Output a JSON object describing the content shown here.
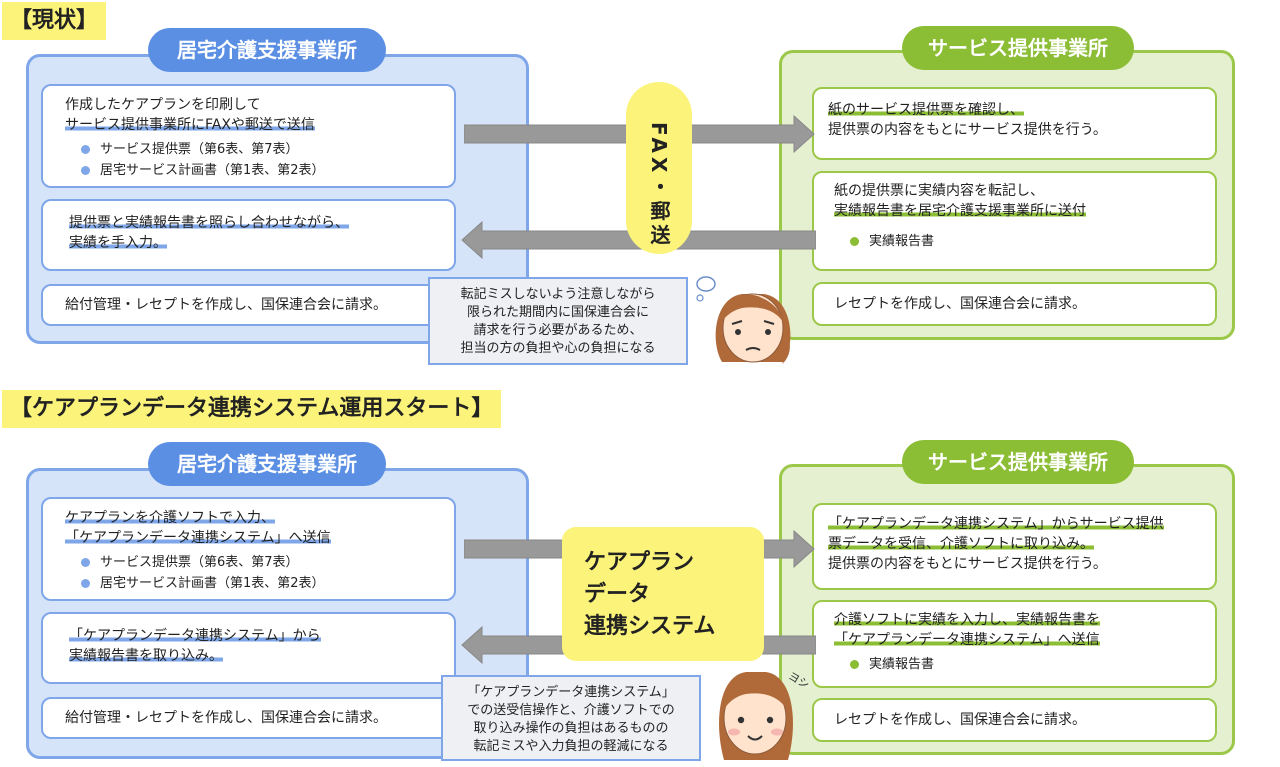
{
  "top": {
    "section_title": "【現状】",
    "left_panel_title": "居宅介護支援事業所",
    "right_panel_title": "サービス提供事業所",
    "center_label": "FAX・郵送",
    "left_box1": {
      "line1": "作成したケアプランを印刷して",
      "line2": "サービス提供事業所にFAXや郵送で送信",
      "bullets": [
        "サービス提供票（第6表、第7表）",
        "居宅サービス計画書（第1表、第2表）"
      ]
    },
    "left_box2": {
      "line1": "提供票と実績報告書を照らし合わせながら、",
      "line2": "実績を手入力。"
    },
    "left_box3": "給付管理・レセプトを作成し、国保連合会に請求。",
    "right_box1": {
      "line1": "紙のサービス提供票を確認し、",
      "line2": "提供票の内容をもとにサービス提供を行う。"
    },
    "right_box2": {
      "line1": "紙の提供票に実績内容を転記し、",
      "line2": "実績報告書を居宅介護支援事業所に送付",
      "bullet": "実績報告書"
    },
    "right_box3": "レセプトを作成し、国保連合会に請求。",
    "note": [
      "転記ミスしないよう注意しながら",
      "限られた期間内に国保連合会に",
      "請求を行う必要があるため、",
      "担当の方の負担や心の負担になる"
    ]
  },
  "bottom": {
    "section_title": "【ケアプランデータ連携システム運用スタート】",
    "left_panel_title": "居宅介護支援事業所",
    "right_panel_title": "サービス提供事業所",
    "center_label": [
      "ケアプラン",
      "データ",
      "連携システム"
    ],
    "left_box1": {
      "line1": "ケアプランを介護ソフトで入力、",
      "line2": "「ケアプランデータ連携システム」へ送信",
      "bullets": [
        "サービス提供票（第6表、第7表）",
        "居宅サービス計画書（第1表、第2表）"
      ]
    },
    "left_box2": {
      "line1": "「ケアプランデータ連携システム」から",
      "line2": "実績報告書を取り込み。"
    },
    "left_box3": "給付管理・レセプトを作成し、国保連合会に請求。",
    "right_box1": {
      "line1": "「ケアプランデータ連携システム」からサービス提供",
      "line2": "票データを受信、介護ソフトに取り込み。",
      "line3": "提供票の内容をもとにサービス提供を行う。"
    },
    "right_box2": {
      "line1": "介護ソフトに実績を入力し、実績報告書を",
      "line2": "「ケアプランデータ連携システム」へ送信",
      "bullet": "実績報告書"
    },
    "right_box3": "レセプトを作成し、国保連合会に請求。",
    "note": [
      "「ケアプランデータ連携システム」",
      "での送受信操作と、介護ソフトでの",
      "取り込み操作の負担はあるものの",
      "転記ミスや入力負担の軽減になる"
    ],
    "face_mark": "ヨシ"
  },
  "colors": {
    "blue_panel": "#d6e4f9",
    "blue_border": "#7ea6e8",
    "blue_pill": "#5b8fe3",
    "green_panel": "#e4f0cf",
    "green_border": "#9cc84a",
    "green_pill": "#8bbd35",
    "yellow": "#fbf37a",
    "arrow_gray": "#999999"
  }
}
